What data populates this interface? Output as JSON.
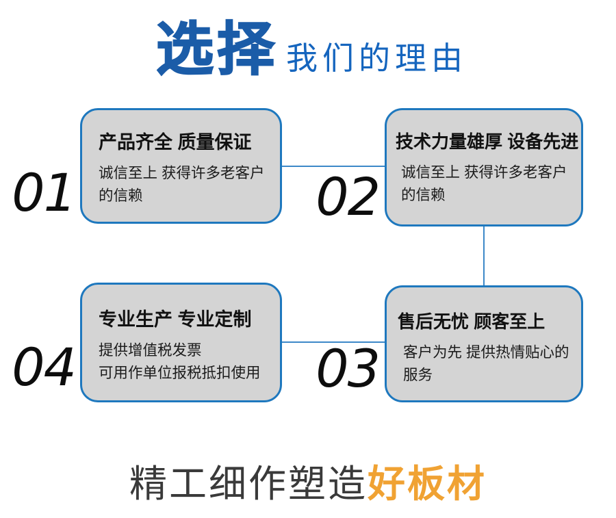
{
  "title": {
    "primary": "选择",
    "secondary": "我们的理由"
  },
  "features": [
    {
      "number": "01",
      "title": "产品齐全 质量保证",
      "desc_lines": [
        "诚信至上 获得许多老客户",
        "的信赖"
      ]
    },
    {
      "number": "02",
      "title": "技术力量雄厚 设备先进",
      "desc_lines": [
        "诚信至上 获得许多老客户",
        "的信赖"
      ]
    },
    {
      "number": "03",
      "title": "售后无忧 顾客至上",
      "desc_lines": [
        "客户为先 提供热情贴心的",
        "服务"
      ]
    },
    {
      "number": "04",
      "title": "专业生产 专业定制",
      "desc_lines": [
        "提供增值税发票",
        "可用作单位报税抵扣使用"
      ]
    }
  ],
  "slogan": {
    "prefix": "精工细作塑造",
    "highlight": "好板材"
  },
  "colors": {
    "title_blue": "#1B5CA8",
    "subtitle_blue": "#1565BE",
    "box_border_blue": "#1E78BE",
    "connector_blue": "#3C88C8",
    "box_fill_gray": "#D4D4D4",
    "slogan_gray": "#3A3A3A",
    "slogan_orange": "#F0A233",
    "number_black": "#0D0D0D"
  }
}
